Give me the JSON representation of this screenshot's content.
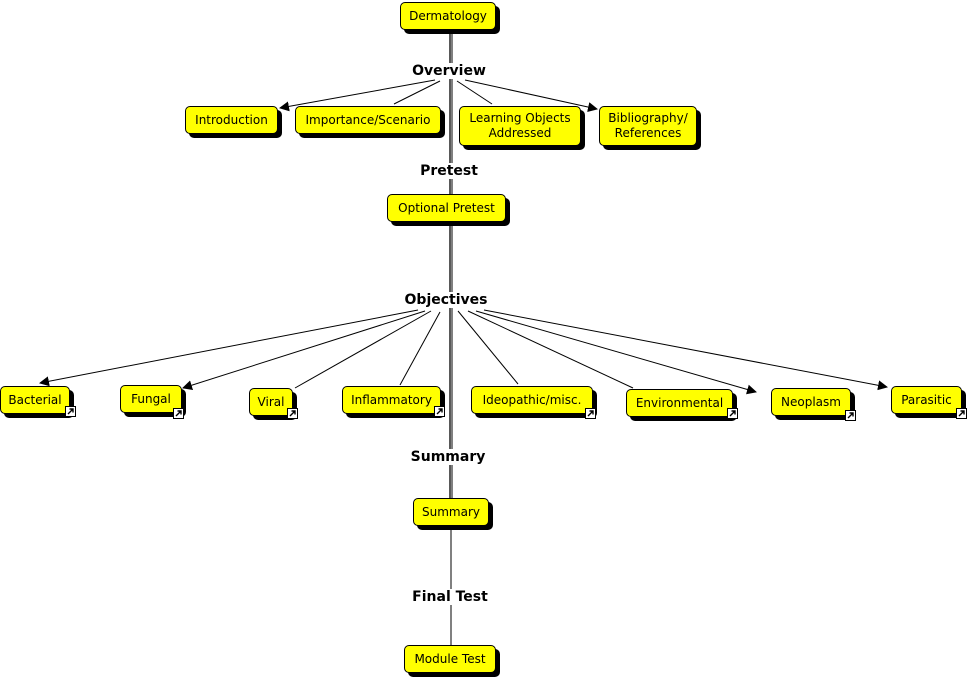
{
  "map": {
    "root": "Dermatology",
    "phrases": {
      "overview": "Overview",
      "pretest": "Pretest",
      "objectives": "Objectives",
      "summary": "Summary",
      "final_test": "Final Test"
    },
    "overview_nodes": {
      "introduction": "Introduction",
      "importance": "Importance/Scenario",
      "learning_objects": "Learning Objects\nAddressed",
      "bibliography": "Bibliography/\nReferences"
    },
    "pretest_node": "Optional Pretest",
    "objective_nodes": {
      "bacterial": "Bacterial",
      "fungal": "Fungal",
      "viral": "Viral",
      "inflammatory": "Inflammatory",
      "ideopathic": "Ideopathic/misc.",
      "environmental": "Environmental",
      "neoplasm": "Neoplasm",
      "parasitic": "Parasitic"
    },
    "summary_node": "Summary",
    "final_node": "Module Test"
  },
  "colors": {
    "node_fill": "#ffff00",
    "stroke": "#000000",
    "shadow": "#000000",
    "background": "#ffffff"
  },
  "icons": {
    "external_link": "shortcut-arrow-icon"
  }
}
